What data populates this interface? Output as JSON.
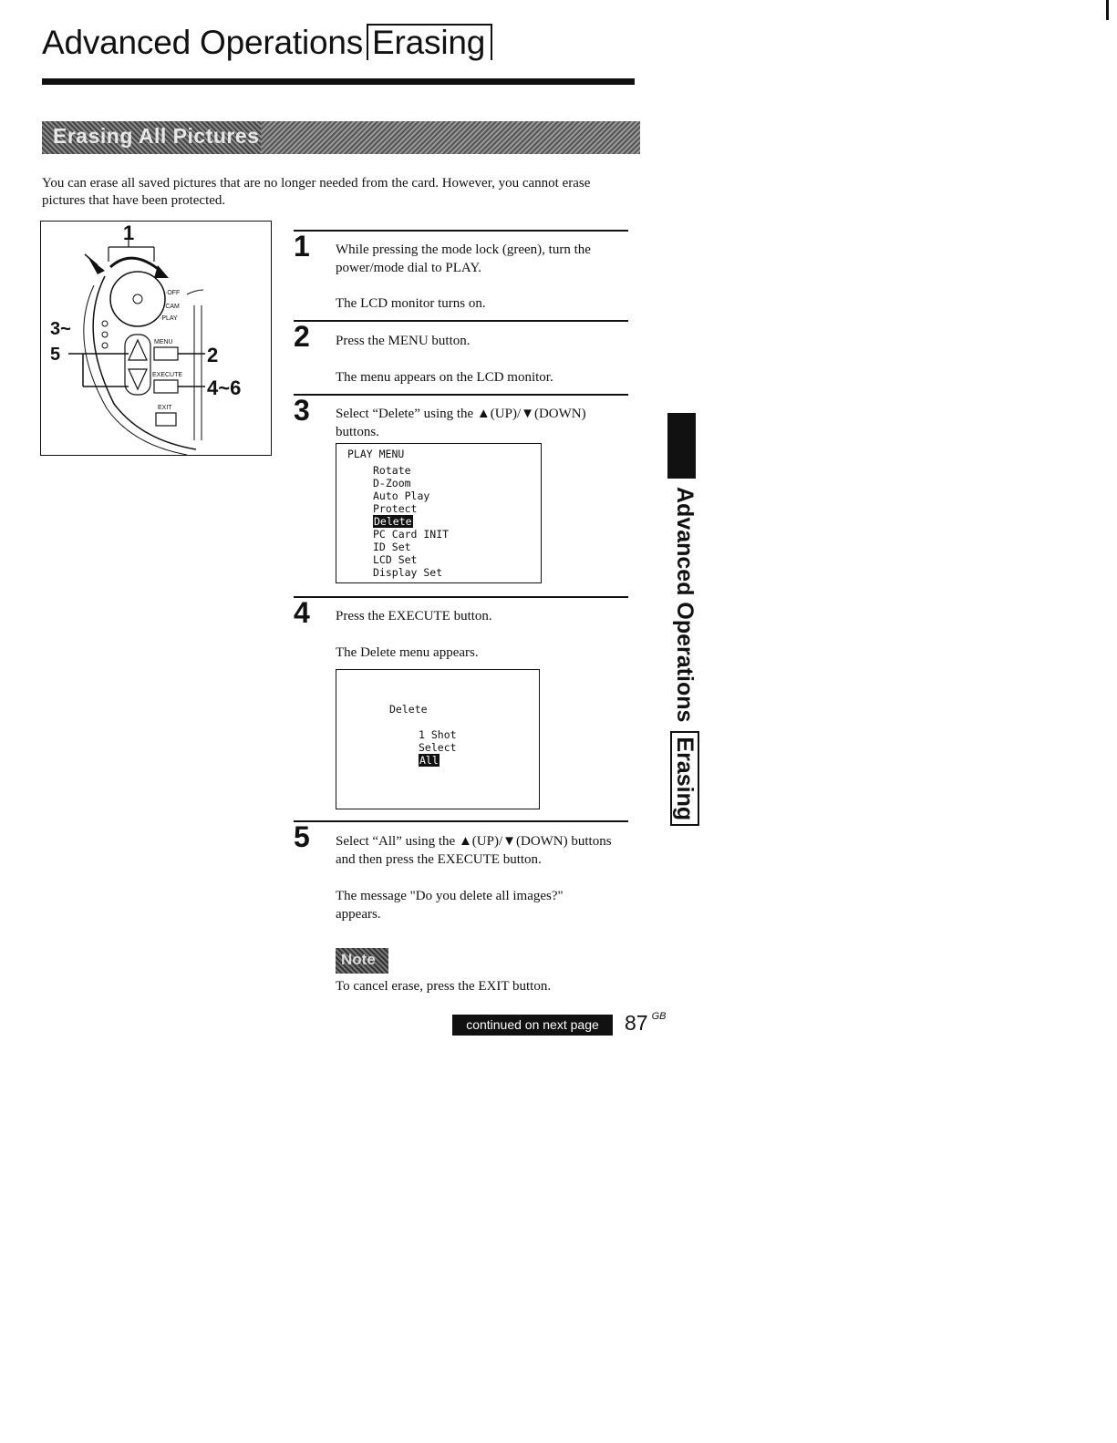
{
  "header": {
    "title": "Advanced Operations",
    "subtitle": "Erasing"
  },
  "section": {
    "title": "Erasing All Pictures"
  },
  "intro": "You can erase all saved pictures that are no longer needed from the card. However, you cannot erase pictures that have been protected.",
  "illustration": {
    "callouts": [
      "1",
      "3~",
      "5",
      "2",
      "4~6"
    ],
    "dial_labels": [
      "OFF",
      "CAM",
      "PLAY"
    ],
    "button_labels": [
      "MENU",
      "EXECUTE",
      "EXIT"
    ]
  },
  "steps": [
    {
      "num": "1",
      "text": "While pressing the mode lock (green), turn the power/mode dial to PLAY.",
      "result": "The LCD monitor turns on."
    },
    {
      "num": "2",
      "text": "Press the MENU button.",
      "result": "The menu appears on the LCD monitor."
    },
    {
      "num": "3",
      "text": "Select “Delete” using the ▲(UP)/▼(DOWN) buttons.",
      "result": ""
    },
    {
      "num": "4",
      "text": "Press the EXECUTE button.",
      "result": "The Delete menu appears."
    },
    {
      "num": "5",
      "text": "Select “All” using the ▲(UP)/▼(DOWN) buttons and then press the EXECUTE button.",
      "result": "The message \"Do you delete all images?\" appears."
    }
  ],
  "play_menu": {
    "title": "PLAY MENU",
    "items": [
      "Rotate",
      "D-Zoom",
      "Auto Play",
      "Protect",
      "Delete",
      "PC Card INIT",
      "ID Set",
      "LCD Set",
      "Display Set"
    ],
    "selected": "Delete"
  },
  "delete_menu": {
    "title": "Delete",
    "items": [
      "1 Shot",
      "Select",
      "All"
    ],
    "selected": "All"
  },
  "note": {
    "label": "Note",
    "text": "To cancel erase, press the EXIT button."
  },
  "footer": {
    "continued": "continued on next page",
    "page": "87",
    "lang": "GB"
  },
  "side_tab": {
    "chapter": "Advanced Operations",
    "section": "Erasing"
  }
}
